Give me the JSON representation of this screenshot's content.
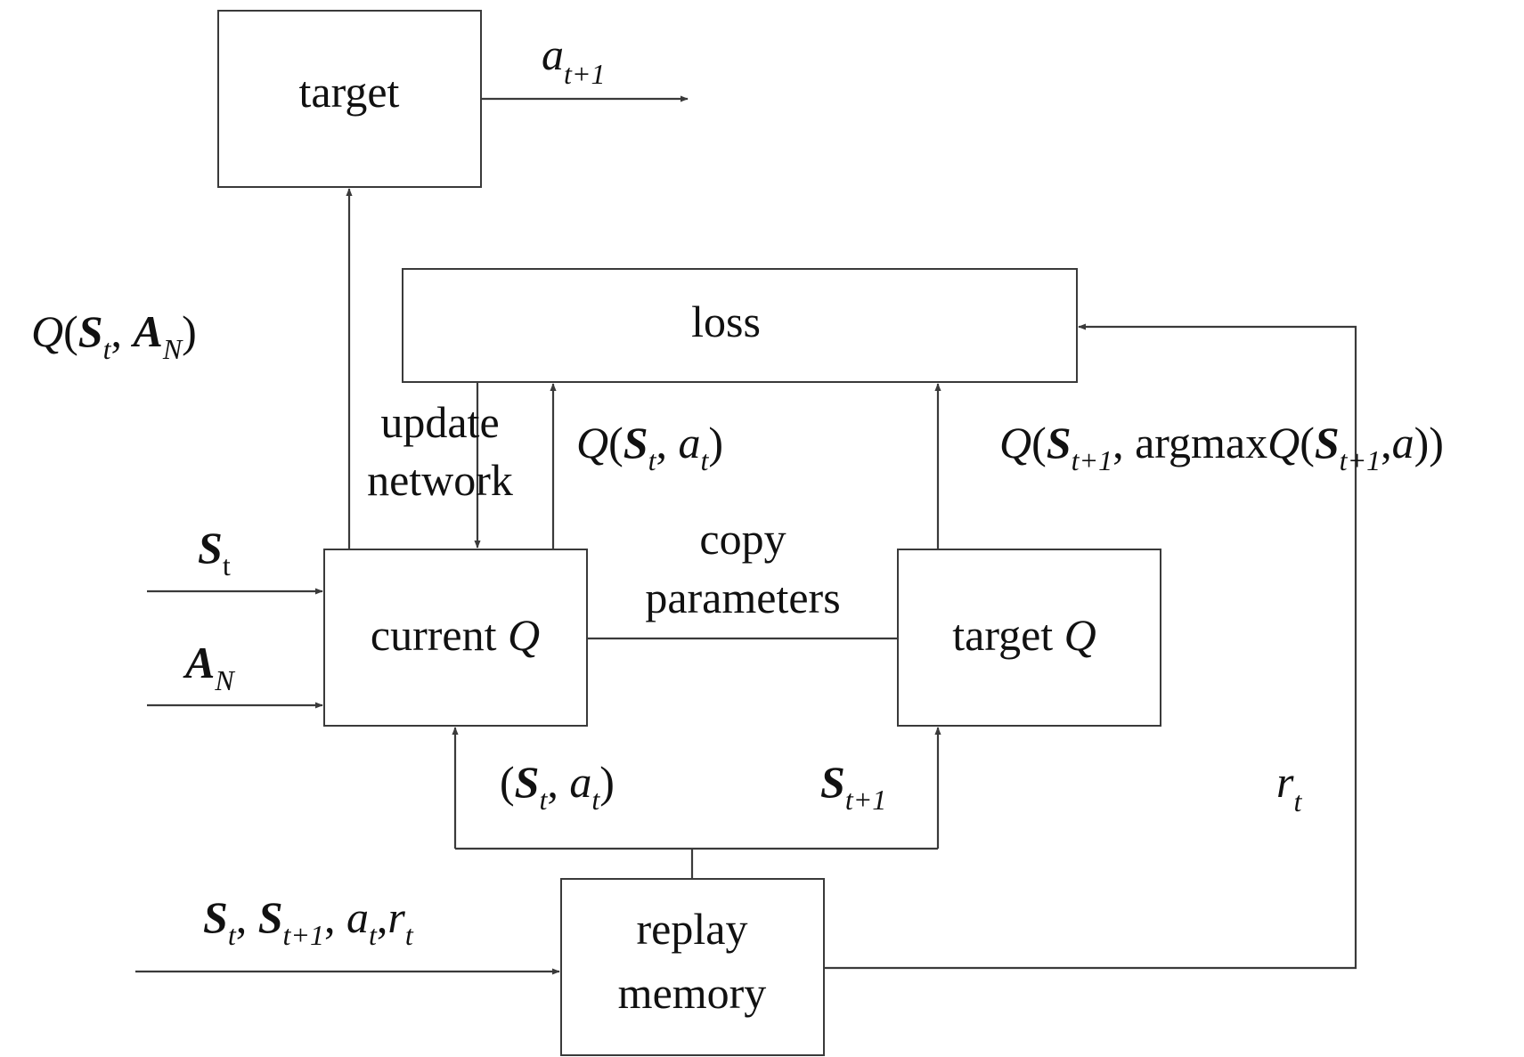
{
  "boxes": {
    "target": "target",
    "loss": "loss",
    "current_q": {
      "text": "current ",
      "q": "Q"
    },
    "target_q": {
      "text": "target ",
      "q": "Q"
    },
    "replay_memory": {
      "line1": "replay",
      "line2": "memory"
    }
  },
  "labels": {
    "a": "a",
    "t_plus_1": "t+1",
    "t": "t",
    "N": "N",
    "Q": "Q",
    "S": "S",
    "A": "A",
    "r": "r",
    "open_paren": "(",
    "close_paren": ")",
    "comma_space": ", ",
    "comma": ",",
    "close2": "))",
    "argmax": "argmax",
    "update_line1": "update",
    "update_line2": "network",
    "copy_line1": "copy",
    "copy_line2": "parameters"
  }
}
